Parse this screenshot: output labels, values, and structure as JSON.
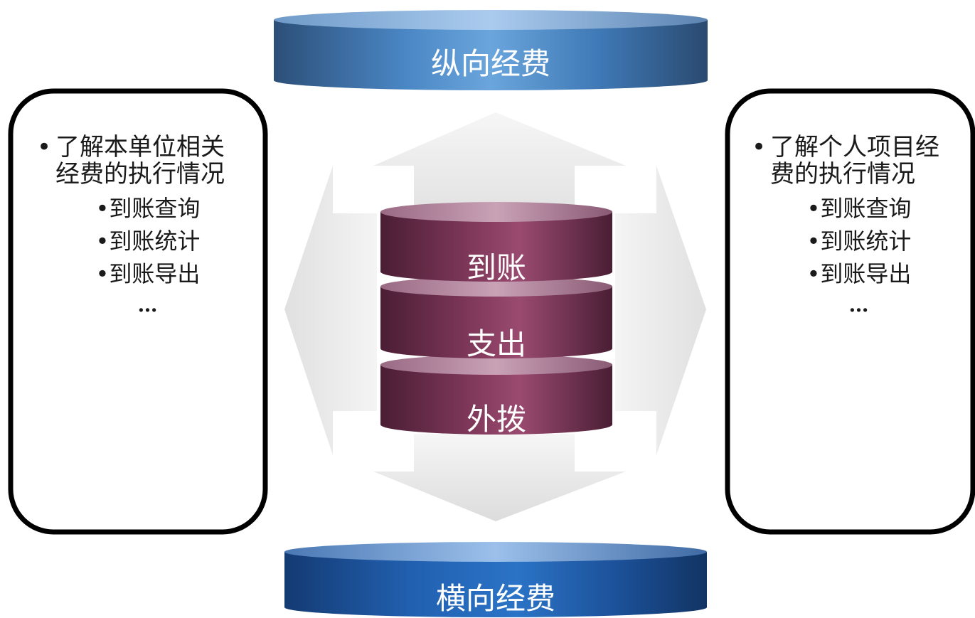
{
  "top_cylinder": {
    "label": "纵向经费"
  },
  "bottom_cylinder": {
    "label": "横向经费"
  },
  "stack": {
    "layers": [
      "到账",
      "支出",
      "外拨"
    ]
  },
  "left_panel": {
    "bullet": "•",
    "heading_line1": "了解本单位相关",
    "heading_line2": "经费的执行情况",
    "items": [
      "•到账查询",
      "•到账统计",
      "•到账导出"
    ],
    "more": "…"
  },
  "right_panel": {
    "bullet": "•",
    "heading_line1": "了解个人项目经",
    "heading_line2": "费的执行情况",
    "items": [
      "•到账查询",
      "•到账统计",
      "•到账导出"
    ],
    "more": "…"
  },
  "colors": {
    "top_cylinder": "#4a86c4",
    "bottom_cylinder": "#1f5aa6",
    "stack": "#7a3556",
    "arrows": "#e4e4e4",
    "panel_border": "#000000"
  }
}
